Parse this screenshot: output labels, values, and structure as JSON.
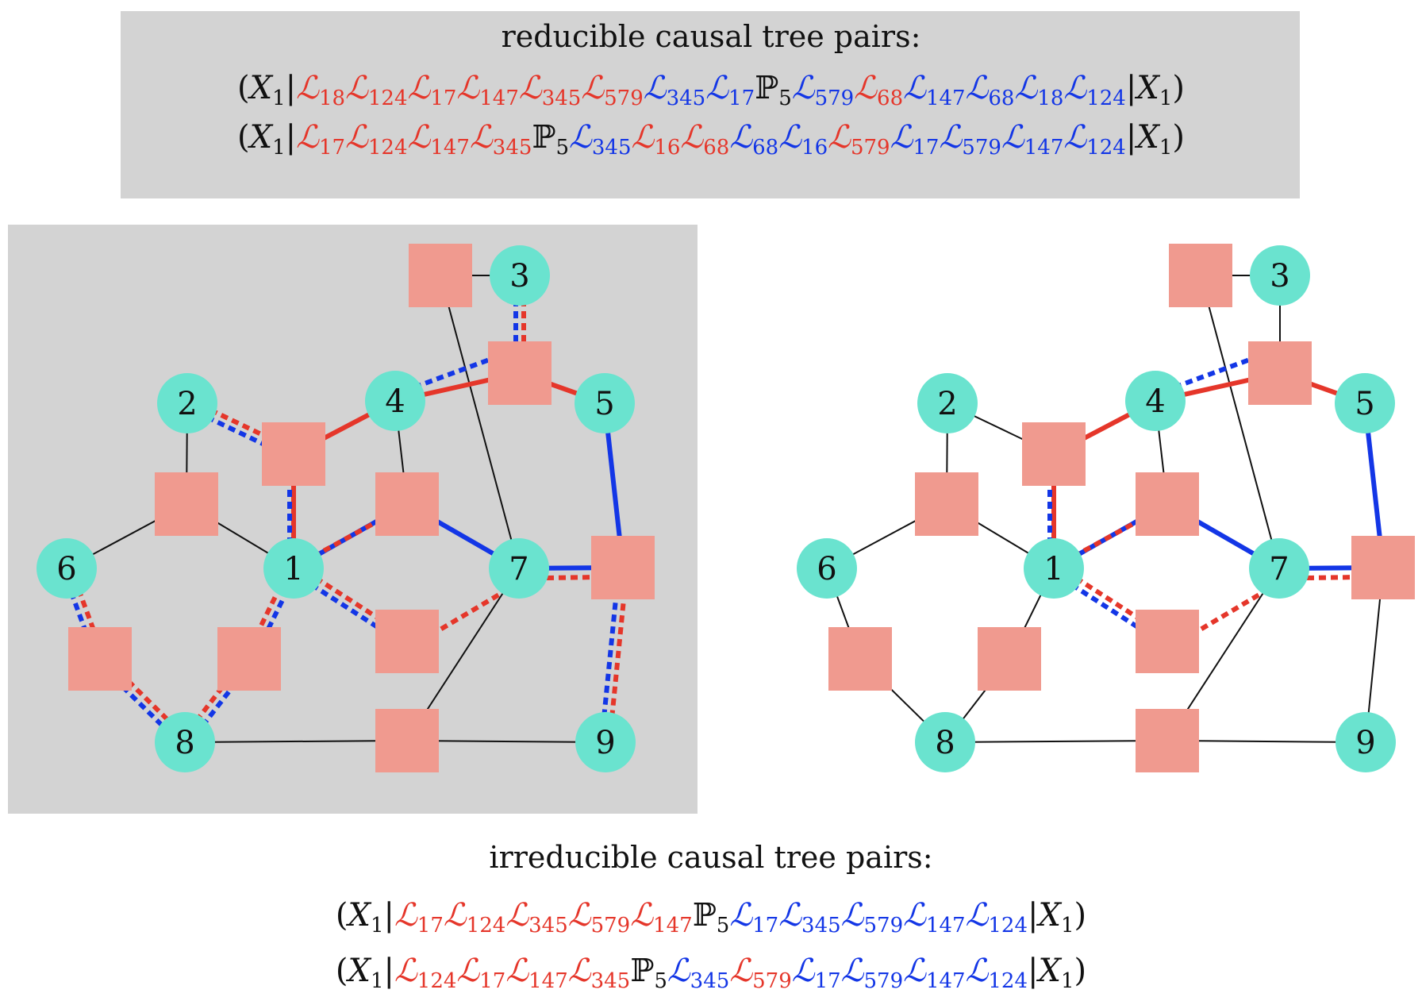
{
  "reducible": {
    "title": "reducible causal tree pairs:",
    "rows": [
      [
        {
          "t": "(",
          "c": "blk",
          "k": "op"
        },
        {
          "t": "X",
          "s": "1",
          "c": "blk",
          "k": "x"
        },
        {
          "t": "|",
          "c": "blk",
          "k": "op"
        },
        {
          "t": "ℒ",
          "s": "18",
          "c": "red"
        },
        {
          "t": "ℒ",
          "s": "124",
          "c": "red"
        },
        {
          "t": "ℒ",
          "s": "17",
          "c": "red"
        },
        {
          "t": "ℒ",
          "s": "147",
          "c": "red"
        },
        {
          "t": "ℒ",
          "s": "345",
          "c": "red"
        },
        {
          "t": "ℒ",
          "s": "579",
          "c": "red"
        },
        {
          "t": "ℒ",
          "s": "345",
          "c": "blue"
        },
        {
          "t": "ℒ",
          "s": "17",
          "c": "blue"
        },
        {
          "t": "ℙ",
          "s": "5",
          "c": "blk",
          "k": "op"
        },
        {
          "t": "ℒ",
          "s": "579",
          "c": "blue"
        },
        {
          "t": "ℒ",
          "s": "68",
          "c": "red"
        },
        {
          "t": "ℒ",
          "s": "147",
          "c": "blue"
        },
        {
          "t": "ℒ",
          "s": "68",
          "c": "blue"
        },
        {
          "t": "ℒ",
          "s": "18",
          "c": "blue"
        },
        {
          "t": "ℒ",
          "s": "124",
          "c": "blue"
        },
        {
          "t": "|",
          "c": "blk",
          "k": "op"
        },
        {
          "t": "X",
          "s": "1",
          "c": "blk",
          "k": "x"
        },
        {
          "t": ")",
          "c": "blk",
          "k": "op"
        }
      ],
      [
        {
          "t": "(",
          "c": "blk",
          "k": "op"
        },
        {
          "t": "X",
          "s": "1",
          "c": "blk",
          "k": "x"
        },
        {
          "t": "|",
          "c": "blk",
          "k": "op"
        },
        {
          "t": "ℒ",
          "s": "17",
          "c": "red"
        },
        {
          "t": "ℒ",
          "s": "124",
          "c": "red"
        },
        {
          "t": "ℒ",
          "s": "147",
          "c": "red"
        },
        {
          "t": "ℒ",
          "s": "345",
          "c": "red"
        },
        {
          "t": "ℙ",
          "s": "5",
          "c": "blk",
          "k": "op"
        },
        {
          "t": "ℒ",
          "s": "345",
          "c": "blue"
        },
        {
          "t": "ℒ",
          "s": "16",
          "c": "red"
        },
        {
          "t": "ℒ",
          "s": "68",
          "c": "red"
        },
        {
          "t": "ℒ",
          "s": "68",
          "c": "blue"
        },
        {
          "t": "ℒ",
          "s": "16",
          "c": "blue"
        },
        {
          "t": "ℒ",
          "s": "579",
          "c": "red"
        },
        {
          "t": "ℒ",
          "s": "17",
          "c": "blue"
        },
        {
          "t": "ℒ",
          "s": "579",
          "c": "blue"
        },
        {
          "t": "ℒ",
          "s": "147",
          "c": "blue"
        },
        {
          "t": "ℒ",
          "s": "124",
          "c": "blue"
        },
        {
          "t": "|",
          "c": "blk",
          "k": "op"
        },
        {
          "t": "X",
          "s": "1",
          "c": "blk",
          "k": "x"
        },
        {
          "t": ")",
          "c": "blk",
          "k": "op"
        }
      ]
    ]
  },
  "irreducible": {
    "title": "irreducible causal tree pairs:",
    "rows": [
      [
        {
          "t": "(",
          "c": "blk",
          "k": "op"
        },
        {
          "t": "X",
          "s": "1",
          "c": "blk",
          "k": "x"
        },
        {
          "t": "|",
          "c": "blk",
          "k": "op"
        },
        {
          "t": "ℒ",
          "s": "17",
          "c": "red"
        },
        {
          "t": "ℒ",
          "s": "124",
          "c": "red"
        },
        {
          "t": "ℒ",
          "s": "345",
          "c": "red"
        },
        {
          "t": "ℒ",
          "s": "579",
          "c": "red"
        },
        {
          "t": "ℒ",
          "s": "147",
          "c": "red"
        },
        {
          "t": "ℙ",
          "s": "5",
          "c": "blk",
          "k": "op"
        },
        {
          "t": "ℒ",
          "s": "17",
          "c": "blue"
        },
        {
          "t": "ℒ",
          "s": "345",
          "c": "blue"
        },
        {
          "t": "ℒ",
          "s": "579",
          "c": "blue"
        },
        {
          "t": "ℒ",
          "s": "147",
          "c": "blue"
        },
        {
          "t": "ℒ",
          "s": "124",
          "c": "blue"
        },
        {
          "t": "|",
          "c": "blk",
          "k": "op"
        },
        {
          "t": "X",
          "s": "1",
          "c": "blk",
          "k": "x"
        },
        {
          "t": ")",
          "c": "blk",
          "k": "op"
        }
      ],
      [
        {
          "t": "(",
          "c": "blk",
          "k": "op"
        },
        {
          "t": "X",
          "s": "1",
          "c": "blk",
          "k": "x"
        },
        {
          "t": "|",
          "c": "blk",
          "k": "op"
        },
        {
          "t": "ℒ",
          "s": "124",
          "c": "red"
        },
        {
          "t": "ℒ",
          "s": "17",
          "c": "red"
        },
        {
          "t": "ℒ",
          "s": "147",
          "c": "red"
        },
        {
          "t": "ℒ",
          "s": "345",
          "c": "red"
        },
        {
          "t": "ℙ",
          "s": "5",
          "c": "blk",
          "k": "op"
        },
        {
          "t": "ℒ",
          "s": "345",
          "c": "blue"
        },
        {
          "t": "ℒ",
          "s": "579",
          "c": "red"
        },
        {
          "t": "ℒ",
          "s": "17",
          "c": "blue"
        },
        {
          "t": "ℒ",
          "s": "579",
          "c": "blue"
        },
        {
          "t": "ℒ",
          "s": "147",
          "c": "blue"
        },
        {
          "t": "ℒ",
          "s": "124",
          "c": "blue"
        },
        {
          "t": "|",
          "c": "blk",
          "k": "op"
        },
        {
          "t": "X",
          "s": "1",
          "c": "blk",
          "k": "x"
        },
        {
          "t": ")",
          "c": "blk",
          "k": "op"
        }
      ]
    ]
  },
  "graph": {
    "node_labels": [
      "1",
      "2",
      "3",
      "4",
      "5",
      "6",
      "7",
      "8",
      "9"
    ]
  },
  "colors": {
    "node_fill": "#6ae3cf",
    "factor_fill": "#f09a8f",
    "panel_bg": "#d3d3d3",
    "red": "#e5362a",
    "blue": "#1336e6",
    "edge": "#111111"
  }
}
